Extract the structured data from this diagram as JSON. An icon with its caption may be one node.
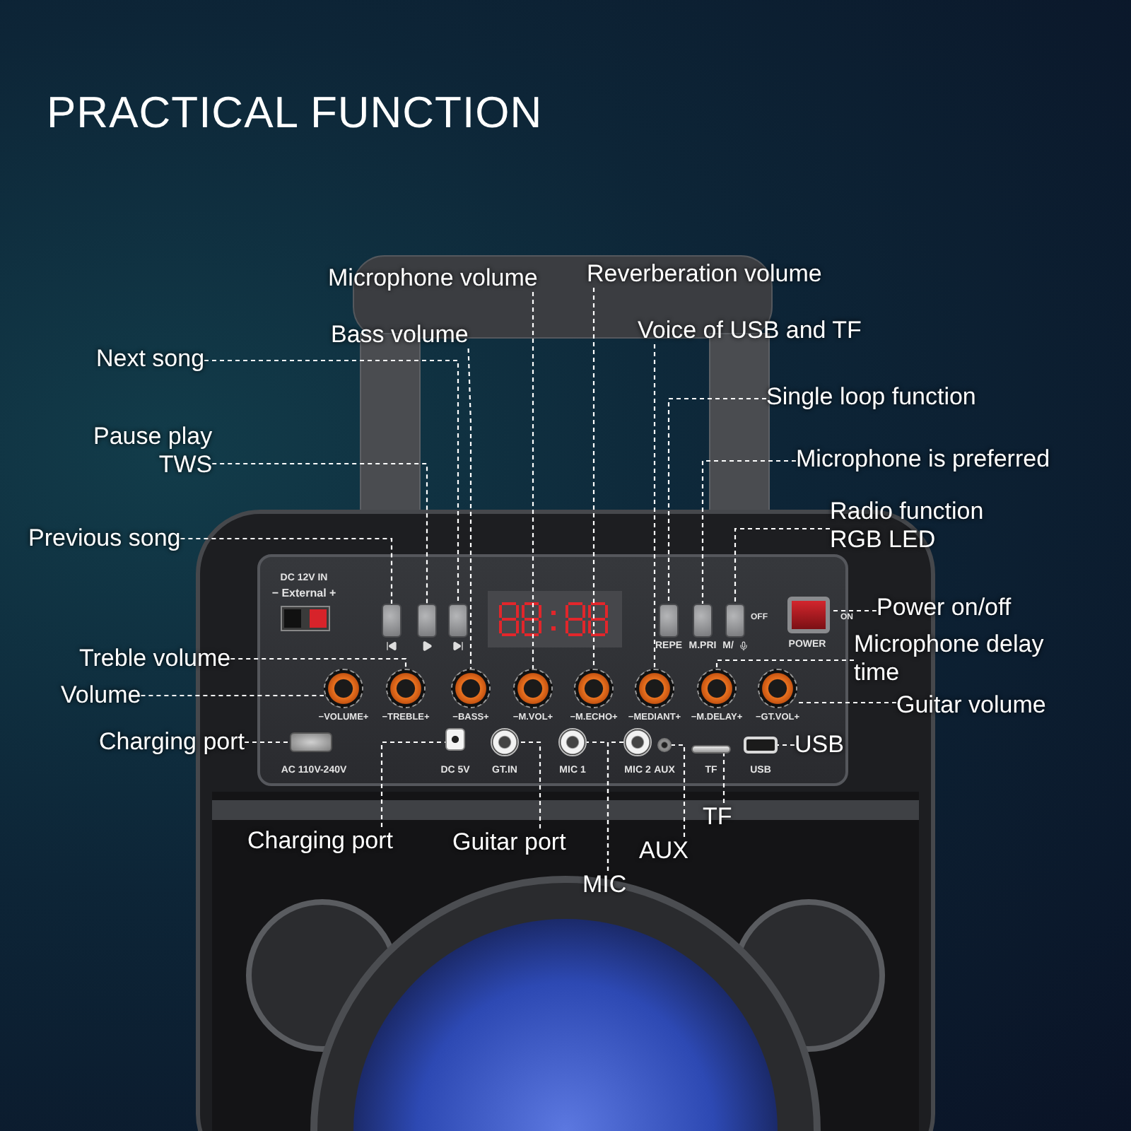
{
  "diagram": {
    "title": "PRACTICAL FUNCTION",
    "nodes": [
      {
        "text": [
          "Microphone volume"
        ]
      },
      {
        "text": [
          "Reverberation volume"
        ]
      },
      {
        "text": [
          "Bass volume"
        ]
      },
      {
        "text": [
          "Voice of USB and TF"
        ]
      },
      {
        "text": [
          "Next song"
        ]
      },
      {
        "text": [
          "Single loop function"
        ]
      },
      {
        "text": [
          "Pause play",
          "TWS"
        ]
      },
      {
        "text": [
          "Microphone is preferred"
        ]
      },
      {
        "text": [
          "Radio function",
          "RGB LED"
        ]
      },
      {
        "text": [
          "Previous song"
        ]
      },
      {
        "text": [
          "Power on/off"
        ]
      },
      {
        "text": [
          "Treble volume"
        ]
      },
      {
        "text": [
          "Microphone delay time"
        ]
      },
      {
        "text": [
          "Volume"
        ]
      },
      {
        "text": [
          "Guitar volume"
        ]
      },
      {
        "text": [
          "Charging port"
        ]
      },
      {
        "text": [
          "USB"
        ]
      },
      {
        "text": [
          "Charging port"
        ]
      },
      {
        "text": [
          "Guitar port"
        ]
      },
      {
        "text": [
          "TF"
        ]
      },
      {
        "text": [
          "AUX"
        ]
      },
      {
        "text": [
          "MIC"
        ]
      },
      {
        "text": [],
        "shape": "box"
      },
      {
        "text": [],
        "shape": "box"
      },
      {
        "text": [],
        "shape": "box"
      },
      {
        "text": [],
        "shape": "box"
      },
      {
        "text": [],
        "shape": "box"
      },
      {
        "text": [],
        "shape": "box"
      },
      {
        "text": [],
        "shape": "box"
      },
      {
        "text": [],
        "shape": "circle"
      },
      {
        "text": [],
        "shape": "circle"
      },
      {
        "text": [],
        "shape": "circle"
      },
      {
        "text": [],
        "shape": "circle"
      },
      {
        "text": [],
        "shape": "circle"
      },
      {
        "text": [],
        "shape": "circle"
      },
      {
        "text": [],
        "shape": "circle"
      },
      {
        "text": [],
        "shape": "circle"
      },
      {
        "text": [],
        "shape": "box"
      },
      {
        "text": [],
        "shape": "box"
      },
      {
        "text": [],
        "shape": "circle"
      },
      {
        "text": [],
        "shape": "circle"
      },
      {
        "text": [],
        "shape": "circle"
      },
      {
        "text": [],
        "shape": "circle"
      },
      {
        "text": [],
        "shape": "box"
      },
      {
        "text": [],
        "shape": "box"
      }
    ],
    "edges": [
      {
        "from": 0,
        "to": 32,
        "arrow": "none",
        "style": "dashed"
      },
      {
        "from": 1,
        "to": 33,
        "arrow": "none",
        "style": "dashed"
      },
      {
        "from": 2,
        "to": 31,
        "arrow": "none",
        "style": "dashed"
      },
      {
        "from": 3,
        "to": 34,
        "arrow": "none",
        "style": "dashed"
      },
      {
        "from": 4,
        "to": 24,
        "arrow": "none",
        "style": "dashed"
      },
      {
        "from": 5,
        "to": 25,
        "arrow": "none",
        "style": "dashed"
      },
      {
        "from": 6,
        "to": 23,
        "arrow": "none",
        "style": "dashed"
      },
      {
        "from": 7,
        "to": 26,
        "arrow": "none",
        "style": "dashed"
      },
      {
        "from": 8,
        "to": 27,
        "arrow": "none",
        "style": "dashed"
      },
      {
        "from": 9,
        "to": 22,
        "arrow": "none",
        "style": "dashed"
      },
      {
        "from": 10,
        "to": 28,
        "arrow": "none",
        "style": "dashed"
      },
      {
        "from": 11,
        "to": 30,
        "arrow": "none",
        "style": "dashed"
      },
      {
        "from": 12,
        "to": 35,
        "arrow": "none",
        "style": "dashed"
      },
      {
        "from": 13,
        "to": 29,
        "arrow": "none",
        "style": "dashed"
      },
      {
        "from": 14,
        "to": 36,
        "arrow": "none",
        "style": "dashed"
      },
      {
        "from": 15,
        "to": 37,
        "arrow": "none",
        "style": "dashed"
      },
      {
        "from": 16,
        "to": 44,
        "arrow": "none",
        "style": "dashed"
      },
      {
        "from": 17,
        "to": 38,
        "arrow": "none",
        "style": "dashed"
      },
      {
        "from": 18,
        "to": 39,
        "arrow": "none",
        "style": "dashed"
      },
      {
        "from": 19,
        "to": 43,
        "arrow": "none",
        "style": "dashed"
      },
      {
        "from": 20,
        "to": 42,
        "arrow": "none",
        "style": "dashed"
      },
      {
        "from": 21,
        "to": 40,
        "arrow": "none",
        "style": "dashed"
      },
      {
        "from": 21,
        "to": 41,
        "arrow": "none",
        "style": "dashed"
      }
    ],
    "labels": [
      "DC 12V IN",
      "− External +",
      "OFF",
      "ON",
      "REPE",
      "M.PRI",
      "M/",
      "POWER",
      "−VOLUME+",
      "−TREBLE+",
      "−BASS+",
      "−M.VOL+",
      "−M.ECHO+",
      "−MEDIANT+",
      "−M.DELAY+",
      "−GT.VOL+",
      "AC 110V-240V",
      "DC 5V",
      "GT.IN",
      "MIC 1",
      "MIC 2",
      "AUX",
      "TF",
      "USB"
    ]
  }
}
